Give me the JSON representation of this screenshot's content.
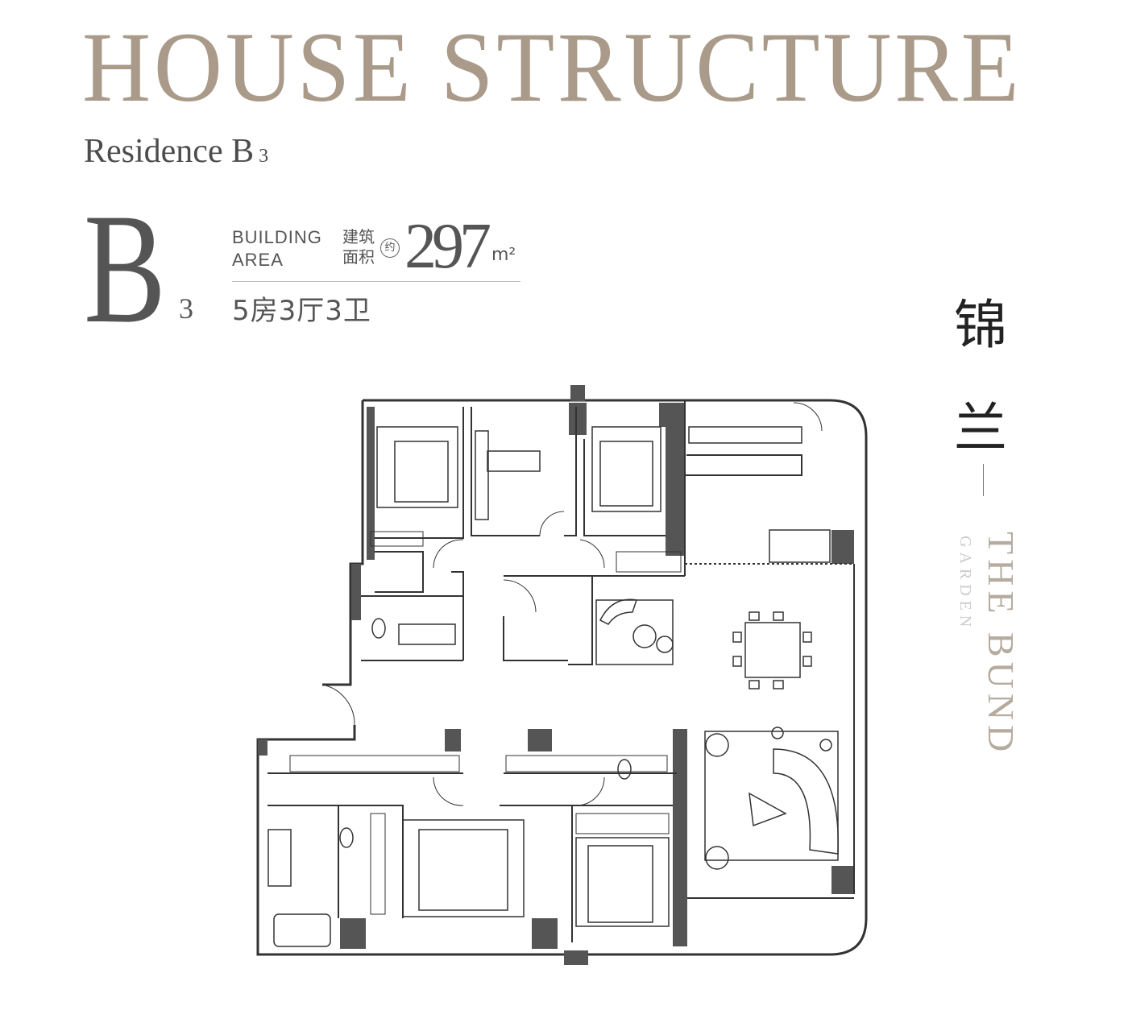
{
  "header": {
    "title": "HOUSE STRUCTURE",
    "subtitle": "Residence B",
    "subtitle_index": "3"
  },
  "unit": {
    "letter": "B",
    "index": "3",
    "area_label_en_1": "BUILDING",
    "area_label_en_2": "AREA",
    "area_label_cn_1": "建筑",
    "area_label_cn_2": "面积",
    "approx": "约",
    "area_value": "297",
    "area_unit": "m²",
    "layout": "5房3厅3卫"
  },
  "brand": {
    "char_1": "锦",
    "char_2": "兰",
    "name_en": "THE BUND",
    "name_en_sub": "GARDEN"
  },
  "colors": {
    "title": "#a99a89",
    "wall": "#555555",
    "line": "#333333"
  }
}
